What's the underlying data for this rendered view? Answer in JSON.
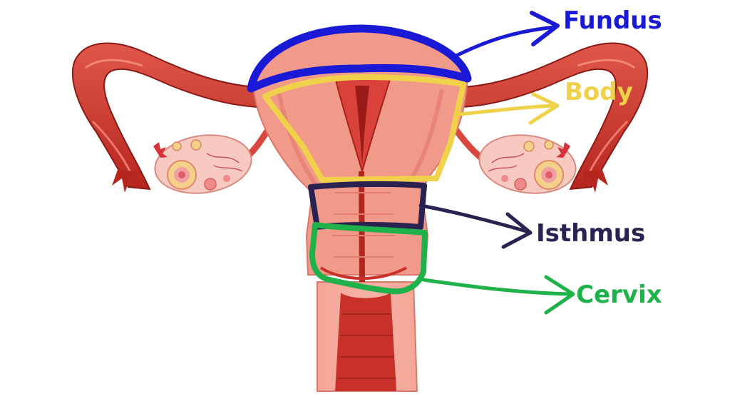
{
  "labels": {
    "fundus": "Fundus",
    "body": "Body",
    "isthmus": "Isthmus",
    "cervix": "Cervix"
  },
  "colors": {
    "fundus": "#1a1ad6",
    "body": "#f0d14a",
    "isthmus": "#2a2352",
    "cervix": "#1fb24a",
    "tissue": "#f29a8a",
    "muscle": "#c8322a",
    "dark_muscle": "#a8201c",
    "ovary": "#f7c9c0",
    "background": "#ffffff"
  }
}
